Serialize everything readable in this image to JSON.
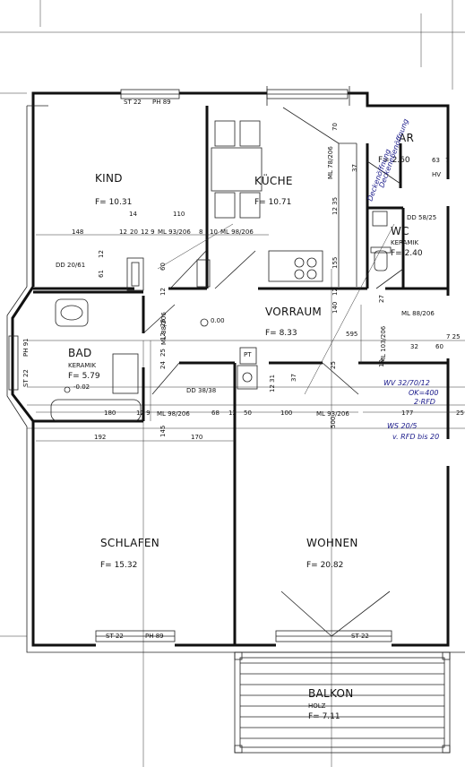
{
  "rooms": {
    "kind": {
      "name": "KIND",
      "area": "F= 10.31"
    },
    "kueche": {
      "name": "KÜCHE",
      "area": "F= 10.71"
    },
    "ar": {
      "name": "AR",
      "area": "F= 2.60"
    },
    "wc": {
      "name": "WC",
      "material": "KERAMIK",
      "area": "F= 2.40"
    },
    "vorraum": {
      "name": "VORRAUM",
      "area": "F= 8.33"
    },
    "bad": {
      "name": "BAD",
      "material": "KERAMIK",
      "area": "F= 5.79",
      "level": "-0.02"
    },
    "schlafen": {
      "name": "SCHLAFEN",
      "area": "F= 15.32"
    },
    "wohnen": {
      "name": "WOHNEN",
      "area": "F= 20.82"
    },
    "balkon": {
      "name": "BALKON",
      "material": "HOLZ",
      "area": "F= 7.11"
    }
  },
  "windows": {
    "kind": {
      "st": "ST 22",
      "ph": "PH 89"
    },
    "bad": {
      "st": "ST 22",
      "ph": "PH 91"
    },
    "schlafen": {
      "st": "ST 22",
      "ph": "PH 89"
    },
    "wohnen": {
      "st": "ST 22"
    }
  },
  "openings": {
    "dd_kind": "DD 20/61",
    "ml_kind_1": "ML 93/206",
    "ml_kueche": "ML 98/206",
    "ml_ar": "ML 78/206",
    "dd_wc": "DD 58/25",
    "ml_wc": "ML 88/206",
    "ml_bad": "ML 88/206",
    "ml_vorraum": "ML 103/206",
    "dd_schacht": "DD 38/38",
    "ml_schlafen": "ML 98/206",
    "ml_wohnen": "ML 93/206",
    "hv": "HV",
    "pt": "PT",
    "level_vorraum": "0.00"
  },
  "dims": {
    "d148": "148",
    "d12a": "12",
    "d20": "20",
    "d129": "12 9",
    "d110": "110",
    "d14": "14",
    "d8": "8",
    "d10a": "10",
    "d70": "70",
    "d12_35": "12  35",
    "d37a": "37",
    "d155": "155",
    "d12b": "12",
    "d140": "140",
    "d595": "595",
    "d27": "27",
    "d63": "63",
    "d7a": "7",
    "d61": "61",
    "d12c": "12",
    "d60": "60",
    "d12d": "12",
    "d28": "28",
    "d12e": "12",
    "d25a": "25",
    "d24": "24",
    "d180": "180",
    "d12_9b": "12 9",
    "d68": "68",
    "d12f": "12",
    "d50": "50",
    "d100": "100",
    "d145": "145",
    "d177": "177",
    "d25b": "25",
    "d500": "500",
    "d192": "192",
    "d170": "170",
    "d37b": "37",
    "d12_31": "12 31",
    "d7_25": "7 25",
    "d60b": "60",
    "d32": "32",
    "d25c": "25",
    "d10b": "10"
  },
  "notes": {
    "deckeneben": "Deckenebenöffnung",
    "deckenoff": "Deckenöffnung",
    "wv": "WV 32/70/12",
    "wv2": "OK=400",
    "wv3": "2·RFD",
    "ws": "WS 20/5",
    "ws2": "v. RFD bis 20"
  }
}
